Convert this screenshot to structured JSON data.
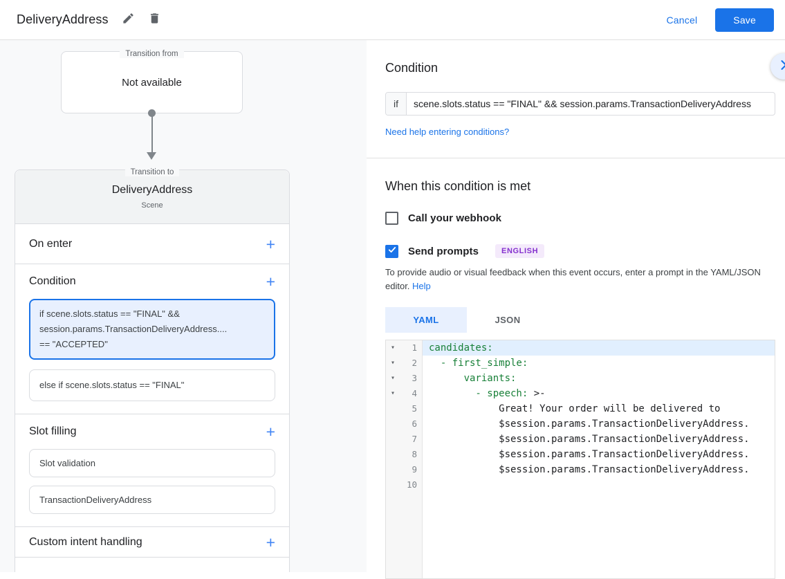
{
  "header": {
    "title": "DeliveryAddress",
    "cancel_label": "Cancel",
    "save_label": "Save"
  },
  "left_panel": {
    "transition_from": {
      "legend": "Transition from",
      "value": "Not available"
    },
    "transition_to": {
      "legend": "Transition to",
      "title": "DeliveryAddress",
      "subtitle": "Scene"
    },
    "sections": [
      {
        "label": "On enter"
      },
      {
        "label": "Condition"
      },
      {
        "label": "Slot filling"
      },
      {
        "label": "Custom intent handling"
      }
    ],
    "condition_cards": [
      {
        "selected": true,
        "lines": [
          "if scene.slots.status == \"FINAL\" &&",
          "session.params.TransactionDeliveryAddress....",
          "== \"ACCEPTED\""
        ]
      },
      {
        "selected": false,
        "lines": [
          "else if scene.slots.status == \"FINAL\""
        ]
      }
    ],
    "slot_cards": [
      {
        "label": "Slot validation"
      },
      {
        "label": "TransactionDeliveryAddress"
      }
    ]
  },
  "right_panel": {
    "condition": {
      "heading": "Condition",
      "if_label": "if",
      "if_value": "scene.slots.status == \"FINAL\" && session.params.TransactionDeliveryAddress",
      "help_link": "Need help entering conditions?"
    },
    "handler": {
      "heading": "When this condition is met",
      "webhook": {
        "label": "Call your webhook",
        "checked": false
      },
      "prompts": {
        "label": "Send prompts",
        "checked": true,
        "badge": "ENGLISH"
      },
      "description": "To provide audio or visual feedback when this event occurs, enter a prompt in the YAML/JSON editor.",
      "help_link": "Help"
    },
    "editor": {
      "tabs": [
        {
          "label": "YAML",
          "active": true
        },
        {
          "label": "JSON",
          "active": false
        }
      ],
      "lines": [
        {
          "num": "1",
          "fold": true,
          "active": true,
          "segments": [
            {
              "t": "candidates:",
              "c": "key"
            }
          ]
        },
        {
          "num": "2",
          "fold": true,
          "segments": [
            {
              "t": "  - first_simple:",
              "c": "key"
            }
          ]
        },
        {
          "num": "3",
          "fold": true,
          "segments": [
            {
              "t": "      variants:",
              "c": "key"
            }
          ]
        },
        {
          "num": "4",
          "fold": true,
          "segments": [
            {
              "t": "        - speech:",
              "c": "key"
            },
            {
              "t": " >-",
              "c": "plain"
            }
          ]
        },
        {
          "num": "5",
          "segments": [
            {
              "t": "            Great! Your order will be delivered to",
              "c": "plain"
            }
          ]
        },
        {
          "num": "6",
          "segments": [
            {
              "t": "            $session.params.TransactionDeliveryAddress.",
              "c": "plain"
            }
          ]
        },
        {
          "num": "7",
          "segments": [
            {
              "t": "            $session.params.TransactionDeliveryAddress.",
              "c": "plain"
            }
          ]
        },
        {
          "num": "8",
          "segments": [
            {
              "t": "            $session.params.TransactionDeliveryAddress.",
              "c": "plain"
            }
          ]
        },
        {
          "num": "9",
          "segments": [
            {
              "t": "            $session.params.TransactionDeliveryAddress.",
              "c": "plain"
            }
          ]
        },
        {
          "num": "10",
          "segments": []
        }
      ]
    }
  },
  "colors": {
    "accent_blue": "#1a73e8",
    "selected_card_bg": "#e8f0fe",
    "key_green": "#188038",
    "badge_purple": "#8430ce"
  }
}
